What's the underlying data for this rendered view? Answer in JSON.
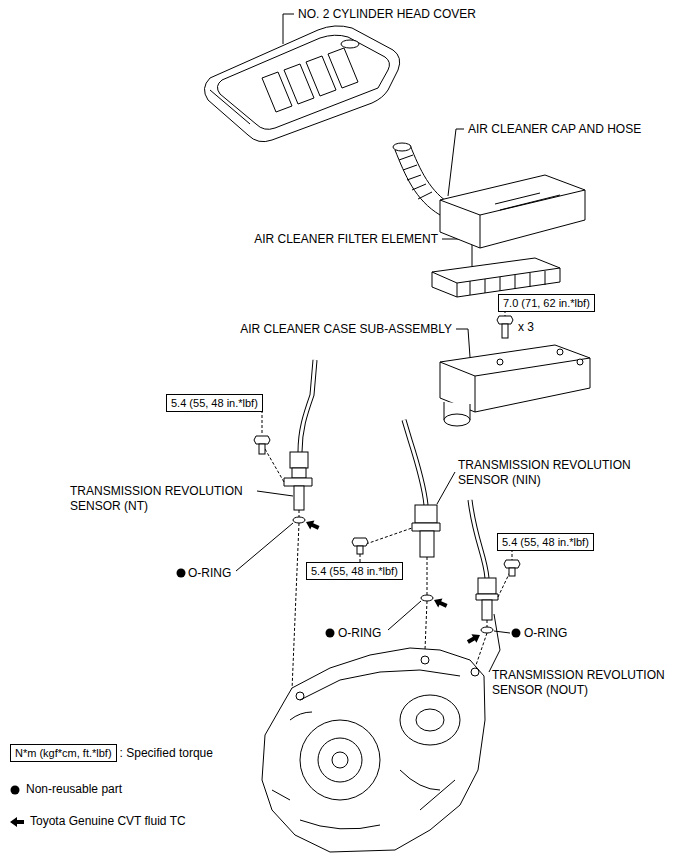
{
  "diagram": {
    "nodes": [
      {
        "text": [
          "7.0 (71, 62 in.*lbf)"
        ]
      },
      {
        "text": [
          "5.4 (55, 48 in.*lbf)"
        ]
      },
      {
        "text": [
          "5.4 (55, 48 in.*lbf)"
        ]
      },
      {
        "text": [
          "5.4 (55, 48 in.*lbf)"
        ]
      },
      {
        "text": [
          "N*m (kgf*cm, ft.*lbf)"
        ]
      }
    ],
    "labels": [
      "NO. 2 CYLINDER HEAD COVER",
      "AIR CLEANER CAP AND HOSE",
      "AIR CLEANER FILTER ELEMENT",
      "x 3",
      "AIR CLEANER CASE SUB-ASSEMBLY",
      "TRANSMISSION REVOLUTION SENSOR (NT)",
      "O-RING",
      "TRANSMISSION REVOLUTION SENSOR (NIN)",
      "O-RING",
      "O-RING",
      "TRANSMISSION REVOLUTION SENSOR (NOUT)"
    ],
    "legend": [
      {
        "text": ": Specified torque"
      },
      {
        "text": "Non-reusable part"
      },
      {
        "text": "Toyota Genuine CVT fluid TC"
      }
    ]
  }
}
